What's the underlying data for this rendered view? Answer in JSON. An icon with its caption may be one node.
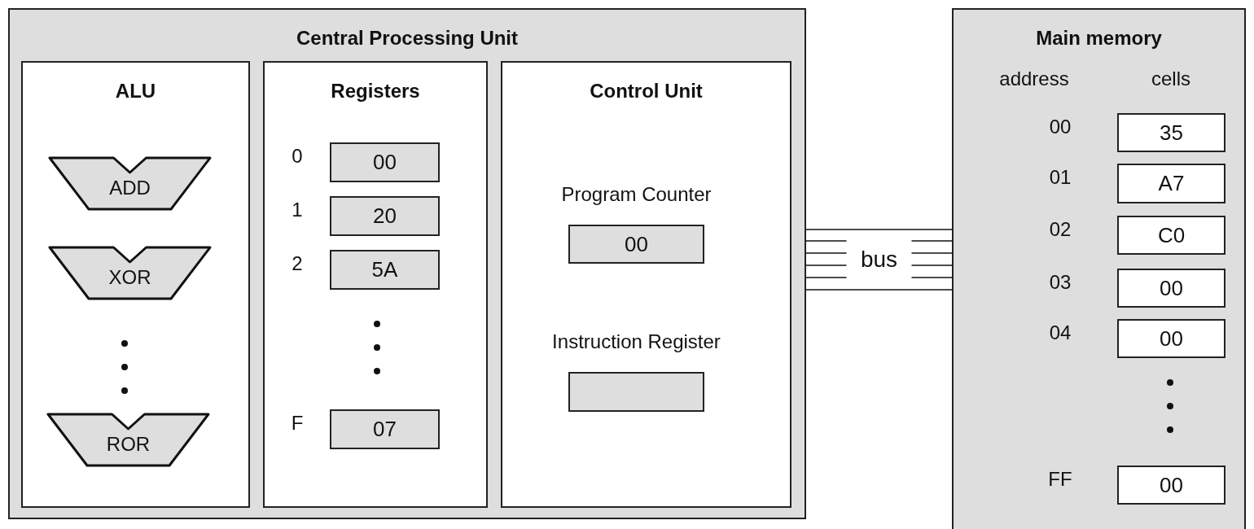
{
  "diagram": {
    "nodes": [
      {
        "text": [
          "Central Processing Unit"
        ]
      },
      {
        "text": [
          "ALU"
        ],
        "in": 0
      },
      {
        "text": [
          "ADD"
        ],
        "in": 1
      },
      {
        "text": [
          "XOR"
        ],
        "in": 1
      },
      {
        "text": [
          "ROR"
        ],
        "in": 1
      },
      {
        "text": [
          "Registers"
        ],
        "in": 0
      },
      {
        "text": [
          "00"
        ],
        "in": 5,
        "beside": [
          "0"
        ]
      },
      {
        "text": [
          "20"
        ],
        "in": 5,
        "beside": [
          "1"
        ]
      },
      {
        "text": [
          "5A"
        ],
        "in": 5,
        "beside": [
          "2"
        ]
      },
      {
        "text": [
          "07"
        ],
        "in": 5,
        "beside": [
          "F"
        ]
      },
      {
        "text": [
          "Control Unit"
        ],
        "in": 0
      },
      {
        "text": [
          "00"
        ],
        "in": 10,
        "beside": [
          "Program Counter"
        ]
      },
      {
        "text": [],
        "shape": "box",
        "in": 10,
        "beside": [
          "Instruction Register"
        ]
      },
      {
        "text": [
          "Main memory"
        ]
      },
      {
        "text": [
          "35"
        ],
        "in": 13,
        "beside": [
          "00"
        ]
      },
      {
        "text": [
          "A7"
        ],
        "in": 13,
        "beside": [
          "01"
        ]
      },
      {
        "text": [
          "C0"
        ],
        "in": 13,
        "beside": [
          "02"
        ]
      },
      {
        "text": [
          "00"
        ],
        "in": 13,
        "beside": [
          "03"
        ]
      },
      {
        "text": [
          "00"
        ],
        "in": 13,
        "beside": [
          "04"
        ]
      },
      {
        "text": [
          "00"
        ],
        "in": 13,
        "beside": [
          "FF"
        ]
      }
    ],
    "edges": [
      {
        "from": 0,
        "to": 13,
        "arrow": "none",
        "label": "bus"
      }
    ],
    "labels": [
      "address",
      "cells"
    ]
  }
}
